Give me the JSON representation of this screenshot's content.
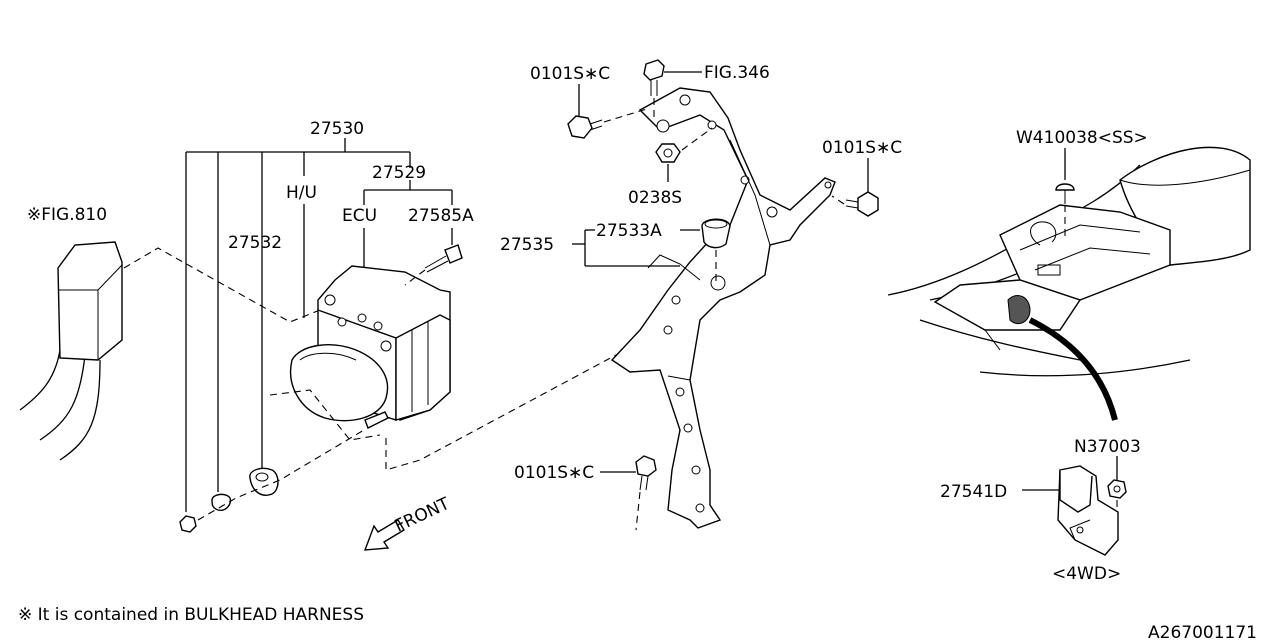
{
  "labels": {
    "fig810": "※FIG.810",
    "p27530": "27530",
    "p27529": "27529",
    "hu": "H/U",
    "ecu": "ECU",
    "p27585a": "27585A",
    "p27532": "27532",
    "p0101sc_top": "0101S∗C",
    "fig346": "FIG.346",
    "p0101sc_right": "0101S∗C",
    "p0238s": "0238S",
    "p27535": "27535",
    "p27533a": "27533A",
    "p0101sc_bottom": "0101S∗C",
    "front": "FRONT",
    "w410038": "W410038<SS>",
    "n37003": "N37003",
    "p27541d": "27541D",
    "fourwd": "<4WD>",
    "footnote": "※ It is contained in BULKHEAD HARNESS",
    "ref_code": "A267001171"
  }
}
